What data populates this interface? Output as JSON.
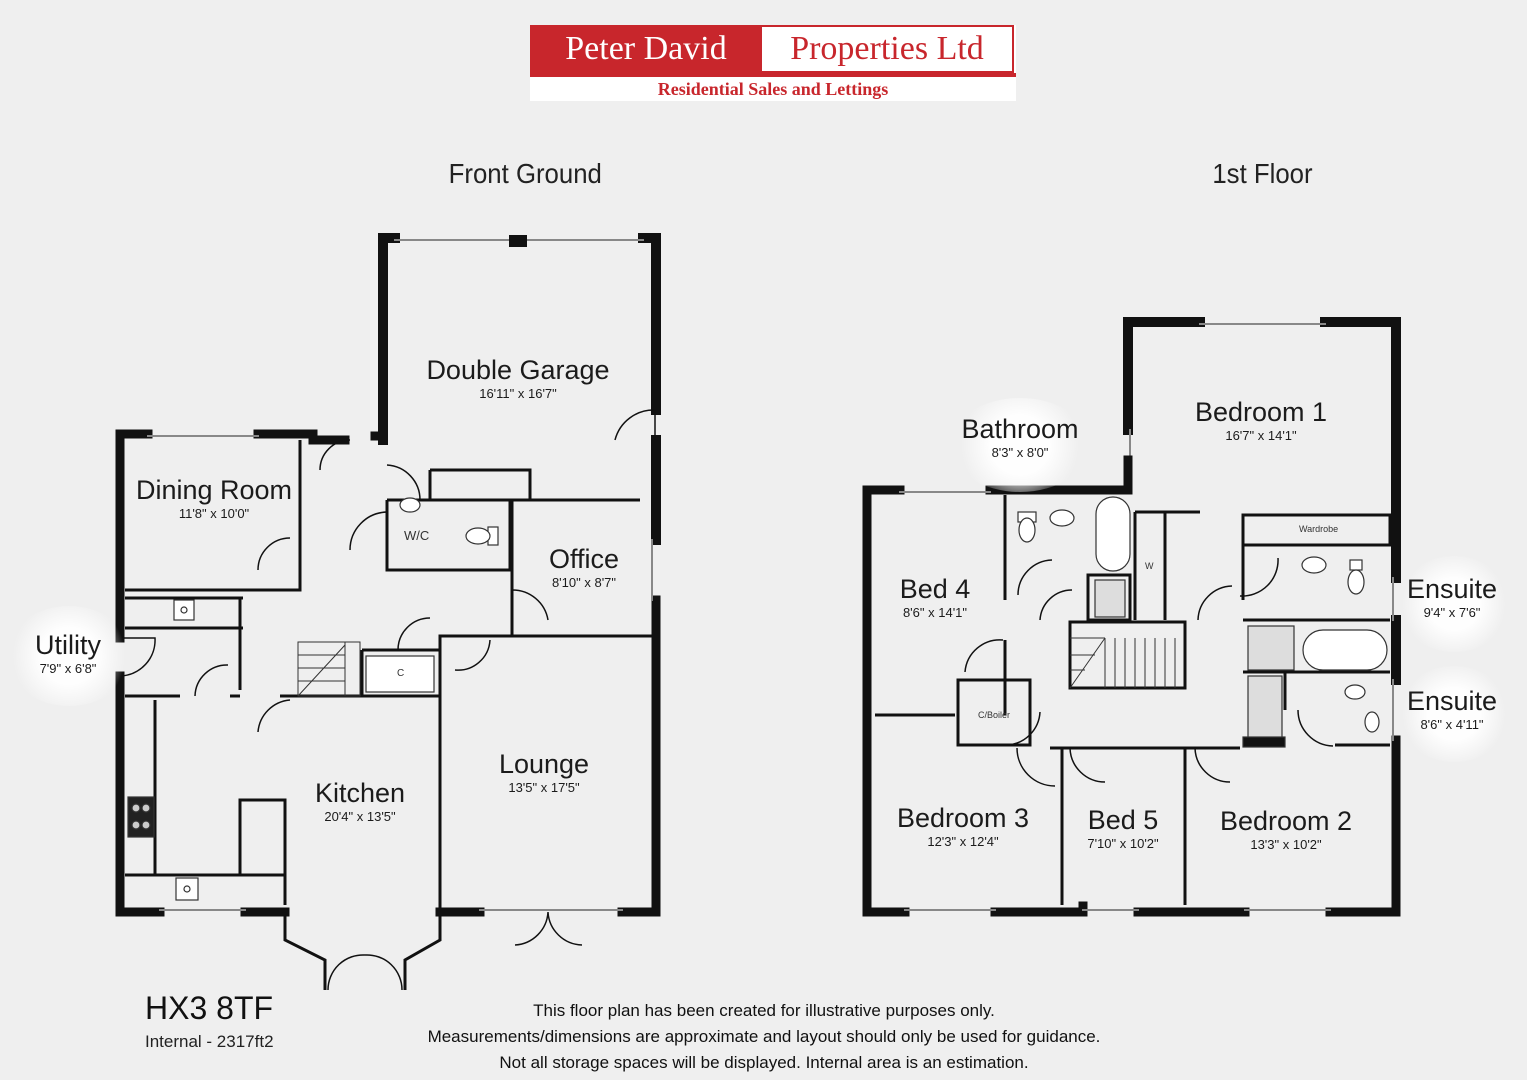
{
  "logo": {
    "name_left": "Peter David",
    "name_right": "Properties Ltd",
    "tagline": "Residential Sales and Lettings",
    "brand_color": "#c8262c"
  },
  "floors": {
    "ground_title": "Front Ground",
    "first_title": "1st Floor"
  },
  "rooms": {
    "double_garage": {
      "name": "Double Garage",
      "dims": "16'11\" x 16'7\""
    },
    "dining_room": {
      "name": "Dining Room",
      "dims": "11'8\" x 10'0\""
    },
    "office": {
      "name": "Office",
      "dims": "8'10\" x 8'7\""
    },
    "utility": {
      "name": "Utility",
      "dims": "7'9\" x 6'8\""
    },
    "kitchen": {
      "name": "Kitchen",
      "dims": "20'4\" x 13'5\""
    },
    "lounge": {
      "name": "Lounge",
      "dims": "13'5\" x 17'5\""
    },
    "bathroom": {
      "name": "Bathroom",
      "dims": "8'3\" x 8'0\""
    },
    "bedroom_1": {
      "name": "Bedroom 1",
      "dims": "16'7\" x 14'1\""
    },
    "bed_4": {
      "name": "Bed 4",
      "dims": "8'6\" x 14'1\""
    },
    "ensuite_1": {
      "name": "Ensuite",
      "dims": "9'4\" x 7'6\""
    },
    "ensuite_2": {
      "name": "Ensuite",
      "dims": "8'6\" x 4'11\""
    },
    "bedroom_3": {
      "name": "Bedroom 3",
      "dims": "12'3\" x 12'4\""
    },
    "bed_5": {
      "name": "Bed 5",
      "dims": "7'10\" x 10'2\""
    },
    "bedroom_2": {
      "name": "Bedroom 2",
      "dims": "13'3\" x 10'2\""
    }
  },
  "fixtures": {
    "wc": "W/C",
    "cupboard": "C",
    "boiler": "C/Boiler",
    "wardrobe": "Wardrobe",
    "w": "W"
  },
  "footer": {
    "postcode": "HX3 8TF",
    "internal_area": "Internal - 2317ft2",
    "disclaimer_1": "This floor plan has been created for illustrative purposes only.",
    "disclaimer_2": "Measurements/dimensions are approximate and layout should only be used for guidance.",
    "disclaimer_3": "Not all storage spaces will be displayed. Internal area is an estimation."
  }
}
